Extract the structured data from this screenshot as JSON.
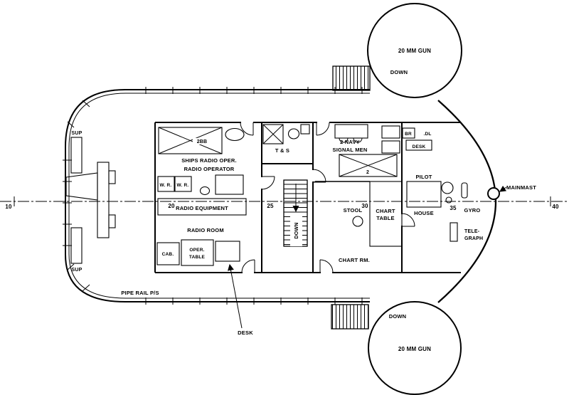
{
  "colors": {
    "ink": "#000000",
    "paper": "#ffffff"
  },
  "frames": {
    "f10": "10",
    "f20": "20",
    "f25": "25",
    "f30": "30",
    "f35": "35",
    "f40": "40"
  },
  "deck": {
    "gun_tub_top": "20 MM GUN",
    "gun_tub_bottom": "20 MM GUN",
    "down_top": "DOWN",
    "down_bottom": "DOWN",
    "pipe_rail": "PIPE RAIL P/S",
    "sup_upper": "SUP",
    "sup_lower": "SUP",
    "mainmast": "MAINMAST",
    "desk_callout": "DESK"
  },
  "radio_room": {
    "berth": "2BB",
    "title_line1": "SHIPS RADIO OPER.",
    "title_line2": "RADIO OPERATOR",
    "wr_left": "W. R.",
    "wr_right": "W. R.",
    "equipment": "RADIO EQUIPMENT",
    "name": "RADIO ROOM",
    "cabinet": "CAB.",
    "oper_table_line1": "OPER.",
    "oper_table_line2": "TABLE"
  },
  "head": {
    "name": "T & S"
  },
  "stairs": {
    "down_inner": "DOWN"
  },
  "signal_area": {
    "line1": "2 NAVY",
    "line2": "SIGNAL MEN",
    "berth": "2"
  },
  "chart_room": {
    "stool": "STOOL",
    "table_line1": "CHART",
    "table_line2": "TABLE",
    "name": "CHART RM."
  },
  "pilot_house": {
    "br": "BR",
    "dl": ".DL",
    "desk": "DESK",
    "name_line1": "PILOT",
    "name_line2": "HOUSE",
    "gyro": "GYRO",
    "telegraph_line1": "TELE-",
    "telegraph_line2": "GRAPH"
  }
}
